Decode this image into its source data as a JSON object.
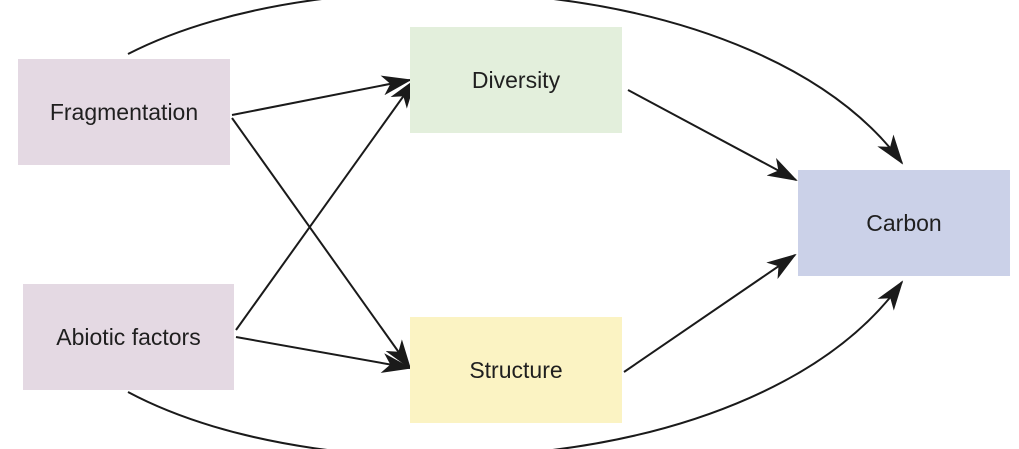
{
  "nodes": {
    "fragmentation": {
      "label": "Fragmentation",
      "color": "#e4d9e3"
    },
    "abiotic": {
      "label": "Abiotic factors",
      "color": "#e4d9e3"
    },
    "diversity": {
      "label": "Diversity",
      "color": "#e3efdc"
    },
    "structure": {
      "label": "Structure",
      "color": "#fbf3c3"
    },
    "carbon": {
      "label": "Carbon",
      "color": "#cbd1e8"
    }
  },
  "edges": [
    {
      "from": "fragmentation",
      "to": "diversity"
    },
    {
      "from": "fragmentation",
      "to": "structure"
    },
    {
      "from": "fragmentation",
      "to": "carbon"
    },
    {
      "from": "abiotic",
      "to": "diversity"
    },
    {
      "from": "abiotic",
      "to": "structure"
    },
    {
      "from": "abiotic",
      "to": "carbon"
    },
    {
      "from": "diversity",
      "to": "carbon"
    },
    {
      "from": "structure",
      "to": "carbon"
    }
  ],
  "colors": {
    "arrow": "#1a1a1a"
  }
}
